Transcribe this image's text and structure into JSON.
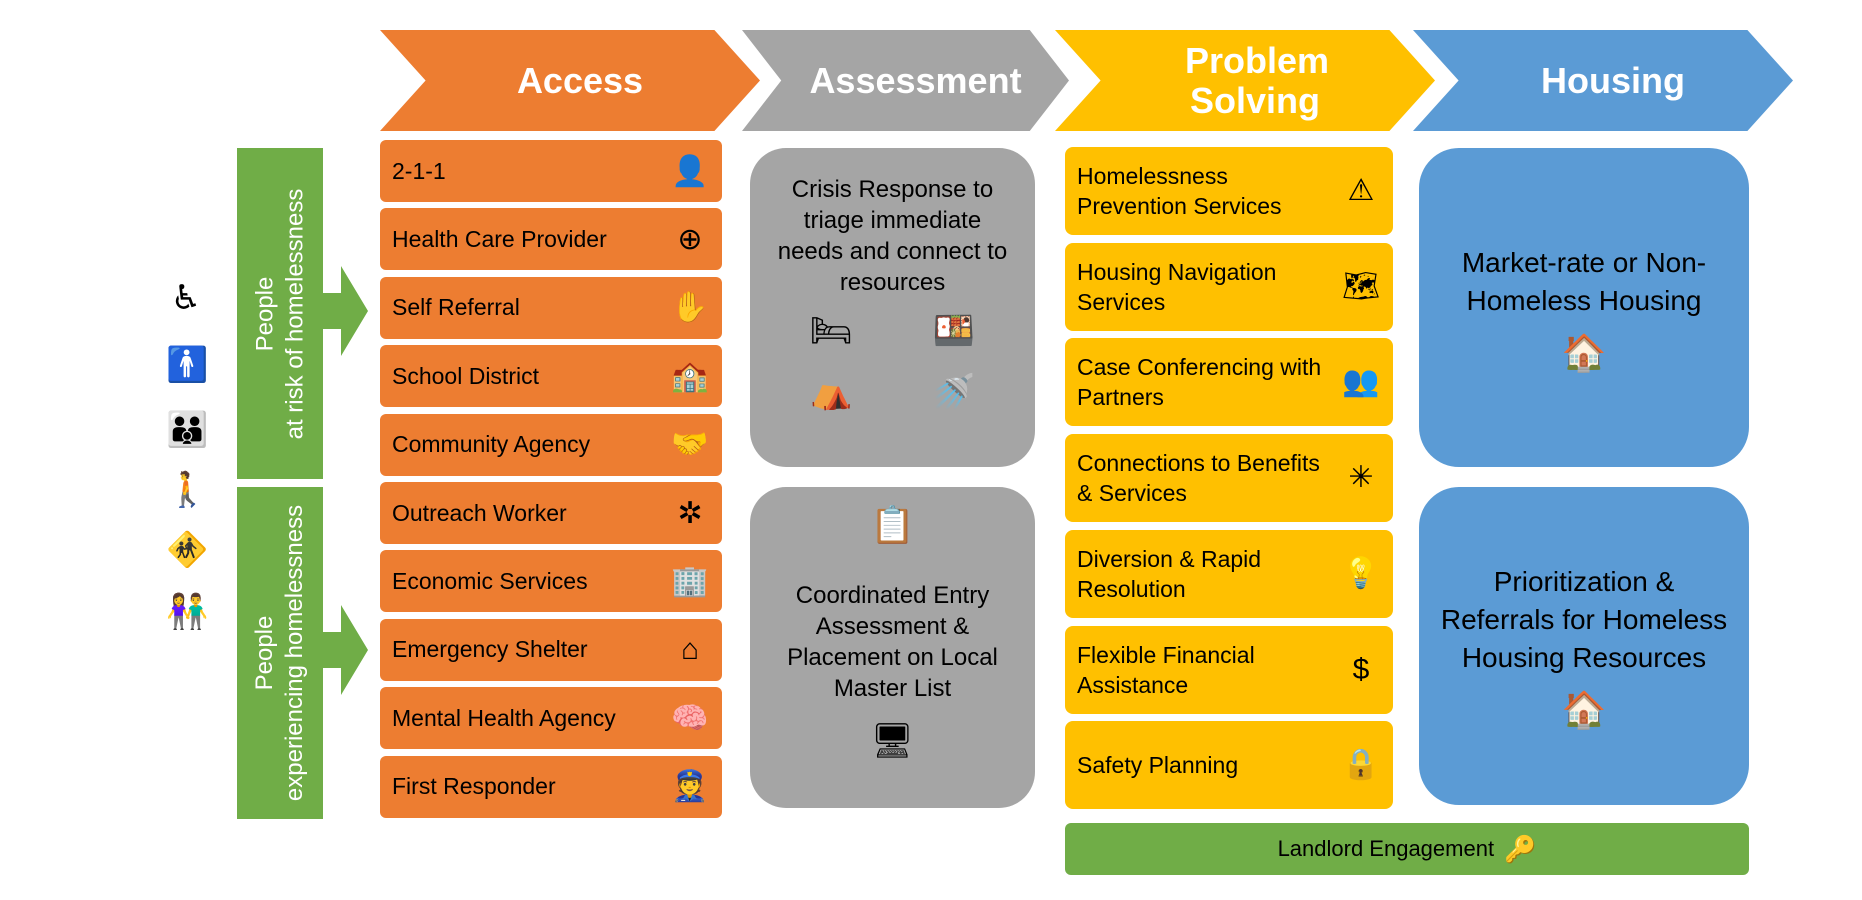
{
  "header": [
    {
      "label": "Access",
      "color": "#ED7D31"
    },
    {
      "label": "Assessment",
      "color": "#A5A5A5"
    },
    {
      "label": "Problem Solving",
      "color": "#FFC000"
    },
    {
      "label": "Housing",
      "color": "#5B9BD5"
    }
  ],
  "side": {
    "top": "People\nat risk of homelessness",
    "bottom": "People\nexperiencing homelessness"
  },
  "access_items": [
    {
      "label": "2-1-1",
      "icon": "headset-person-icon"
    },
    {
      "label": "Health Care Provider",
      "icon": "medical-cross-icon"
    },
    {
      "label": "Self Referral",
      "icon": "hand-icon"
    },
    {
      "label": "School District",
      "icon": "school-icon"
    },
    {
      "label": "Community Agency",
      "icon": "handshake-icon"
    },
    {
      "label": "Outreach Worker",
      "icon": "network-icon"
    },
    {
      "label": "Economic Services",
      "icon": "building-people-icon"
    },
    {
      "label": "Emergency Shelter",
      "icon": "house-heart-icon"
    },
    {
      "label": "Mental Health Agency",
      "icon": "head-puzzle-icon"
    },
    {
      "label": "First Responder",
      "icon": "officer-icon"
    }
  ],
  "assessment": {
    "crisis": "Crisis Response to triage immediate needs and connect to resources",
    "coordinated": "Coordinated Entry Assessment & Placement on Local Master List"
  },
  "problem_items": [
    {
      "label": "Homelessness Prevention Services",
      "icon": "warning-icon"
    },
    {
      "label": "Housing Navigation Services",
      "icon": "map-icon"
    },
    {
      "label": "Case Conferencing with Partners",
      "icon": "meeting-icon"
    },
    {
      "label": "Connections to Benefits & Services",
      "icon": "hub-icon"
    },
    {
      "label": "Diversion & Rapid Resolution",
      "icon": "idea-person-icon"
    },
    {
      "label": "Flexible Financial Assistance",
      "icon": "dollar-icon"
    },
    {
      "label": "Safety Planning",
      "icon": "lock-icon"
    }
  ],
  "housing": {
    "market": "Market-rate or Non-Homeless Housing",
    "prioritization": "Prioritization & Referrals for Homeless Housing Resources"
  },
  "landlord": "Landlord Engagement"
}
